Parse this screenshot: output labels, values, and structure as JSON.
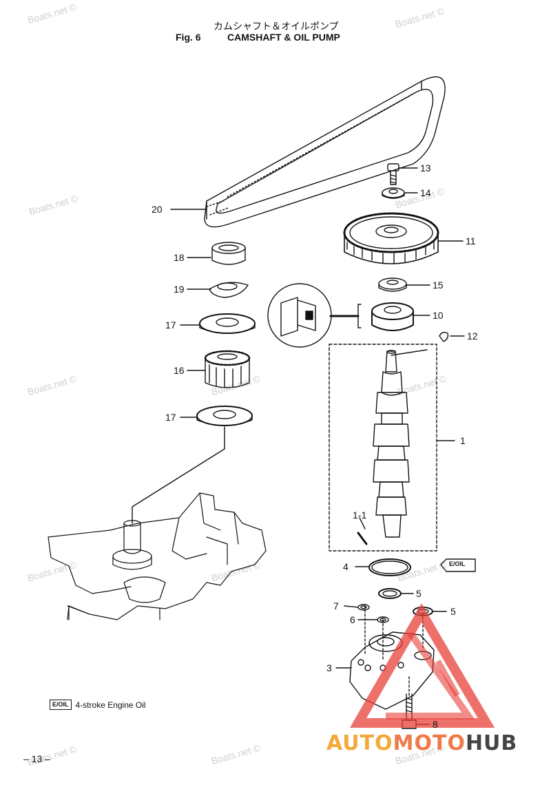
{
  "header": {
    "title_jp": "カムシャフト＆オイルポンプ",
    "fig_label": "Fig. 6",
    "title": "CAMSHAFT & OIL PUMP"
  },
  "watermark": "Boats.net ©",
  "parts": [
    {
      "ref": "13"
    },
    {
      "ref": "14"
    },
    {
      "ref": "11"
    },
    {
      "ref": "15"
    },
    {
      "ref": "10"
    },
    {
      "ref": "12"
    },
    {
      "ref": "1"
    },
    {
      "ref": "1-1"
    },
    {
      "ref": "4"
    },
    {
      "ref": "5"
    },
    {
      "ref": "5"
    },
    {
      "ref": "7"
    },
    {
      "ref": "6"
    },
    {
      "ref": "3"
    },
    {
      "ref": "8"
    },
    {
      "ref": "20"
    },
    {
      "ref": "18"
    },
    {
      "ref": "19"
    },
    {
      "ref": "17"
    },
    {
      "ref": "16"
    },
    {
      "ref": "17"
    }
  ],
  "tube_label": "E/OIL",
  "legend": {
    "text": "4-stroke Engine Oil"
  },
  "page_number": "– 13 –",
  "brand": {
    "part1": "AUTO",
    "part2": "MOTO",
    "part3": "HUB"
  },
  "colors": {
    "brand_orange": "#f4a93a",
    "brand_red": "#e8403a",
    "brand_gray": "#444444",
    "watermark": "#cfcfcf"
  }
}
